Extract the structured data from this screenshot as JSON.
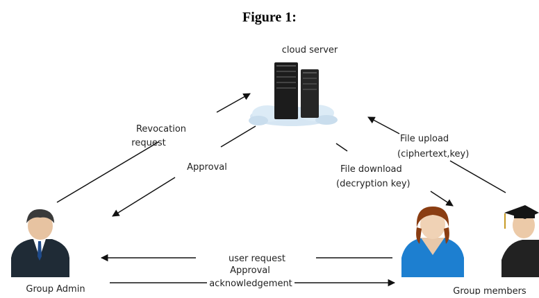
{
  "figure": {
    "title": "Figure 1:"
  },
  "nodes": {
    "server": "cloud server",
    "admin": "Group Admin",
    "members": "Group members"
  },
  "edges": {
    "revocation_line1": "Revocation",
    "revocation_line2": "request",
    "approval": "Approval",
    "file_upload_line1": "File upload",
    "file_upload_line2": "(ciphertext,key)",
    "file_download_line1": "File download",
    "file_download_line2": "(decryption key)",
    "user_request": "user request",
    "ack_line1": "Approval",
    "ack_line2": "acknowledgement"
  },
  "colors": {
    "arrow": "#111111",
    "server_body": "#1c1c1c",
    "cloud": "#d2e4f2",
    "admin_suit": "#1f2b36",
    "member_shirt": "#1d7fd0",
    "member_hair": "#8a3d12",
    "graduate_gown": "#222222"
  }
}
